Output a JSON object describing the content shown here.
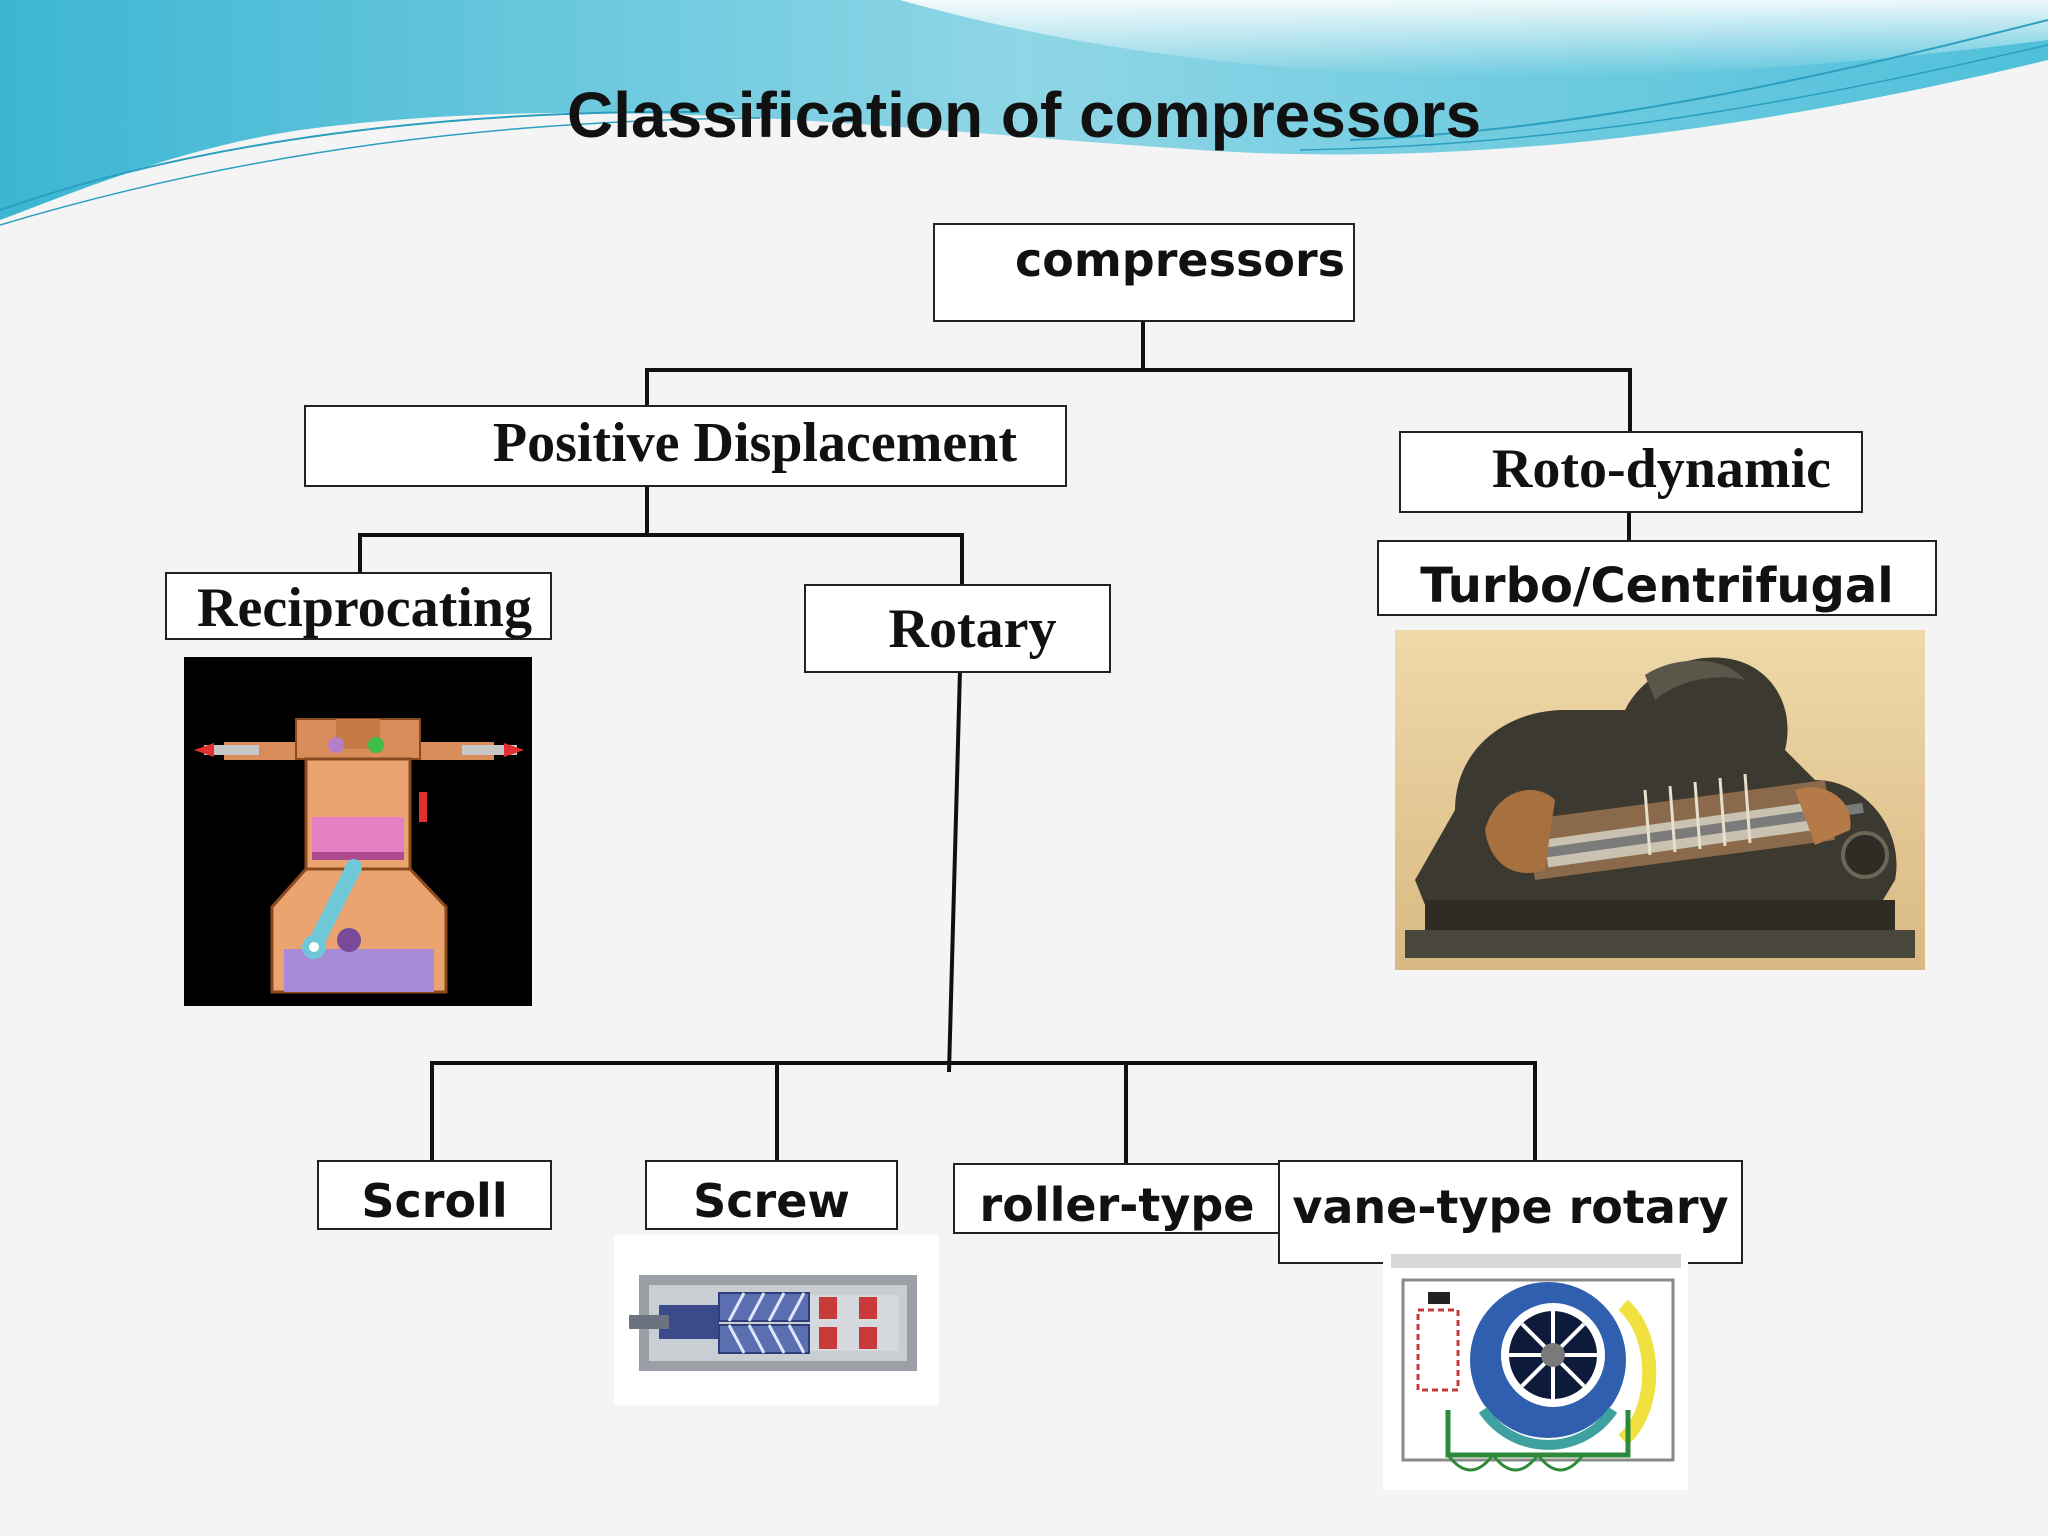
{
  "slide": {
    "title": "Classification of compressors"
  },
  "tree": {
    "root": "compressors",
    "positive_displacement": "Positive Displacement",
    "roto_dynamic": "Roto-dynamic",
    "reciprocating": "Reciprocating",
    "rotary": "Rotary",
    "turbo_centrifugal": "Turbo/Centrifugal",
    "scroll": "Scroll",
    "screw": "Screw",
    "roller_type": "roller-type",
    "vane_type_rotary": "vane-type rotary"
  },
  "colors": {
    "background": "#f4f4f4",
    "wave_blue": "#5cc3d9",
    "box_border": "#222222",
    "text": "#111111"
  },
  "images": {
    "reciprocating": "reciprocating-compressor-illustration",
    "turbo": "centrifugal-compressor-cutaway-illustration",
    "screw": "screw-compressor-illustration",
    "vane": "vane-compressor-illustration"
  }
}
